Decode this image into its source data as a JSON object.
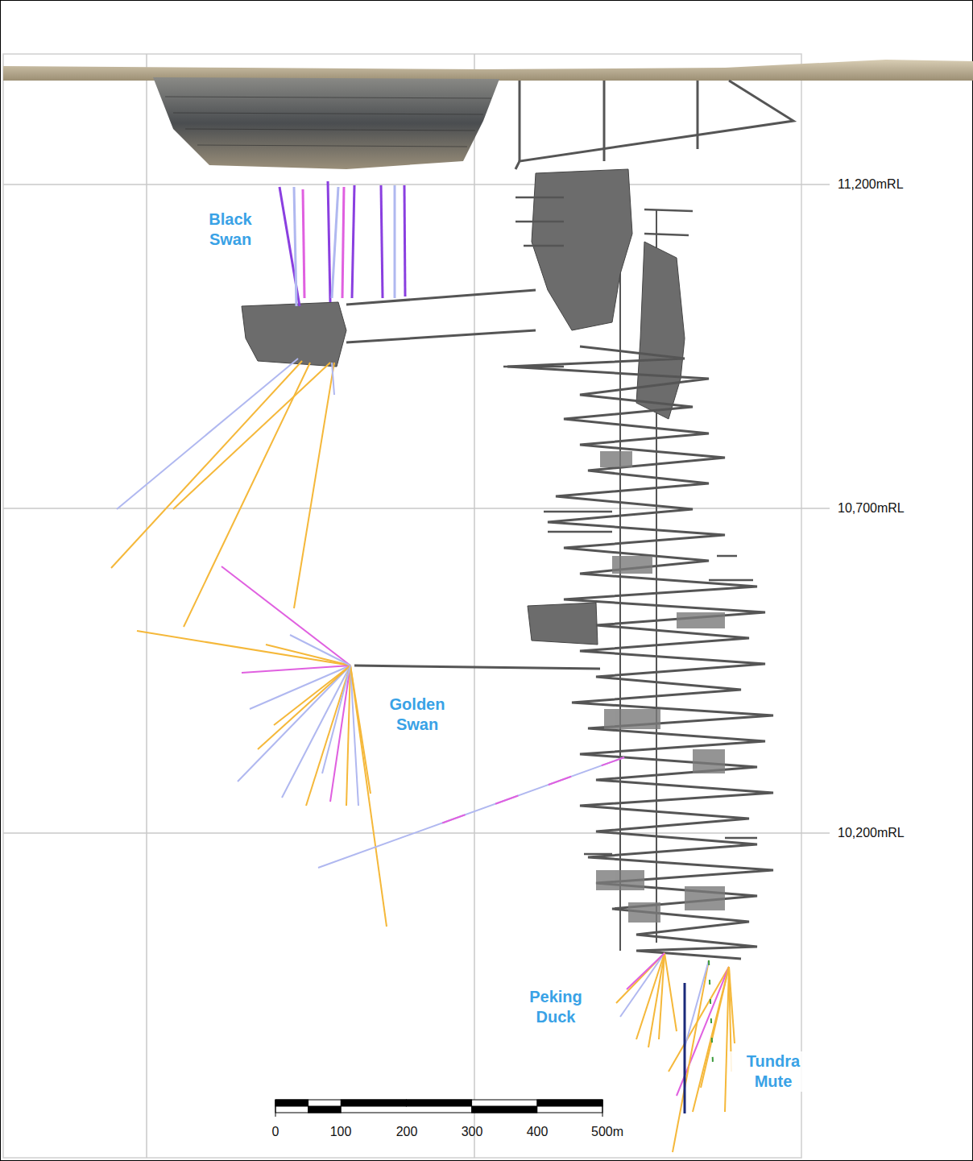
{
  "diagram": {
    "labels": [
      "Black Swan",
      "Golden Swan",
      "Peking Duck",
      "Tundra Mute",
      "11,200mRL",
      "10,700mRL",
      "10,200mRL",
      "0",
      "100",
      "200",
      "300",
      "400",
      "500m"
    ]
  }
}
